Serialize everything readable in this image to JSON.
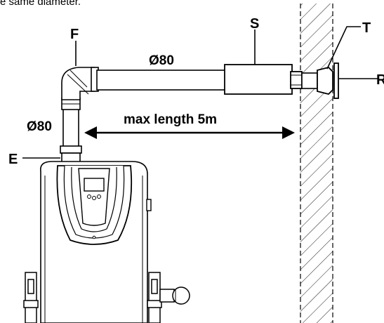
{
  "caption_fragment": "e same diameter.",
  "labels": {
    "fitting": "F",
    "silencer": "S",
    "terminal": "T",
    "rosette": "R",
    "exhaust": "E"
  },
  "dimensions": {
    "horizontal_pipe_diameter": "Ø80",
    "vertical_pipe_diameter": "Ø80",
    "max_length": "max length 5m"
  },
  "colors": {
    "stroke": "#000000",
    "background": "#ffffff"
  }
}
